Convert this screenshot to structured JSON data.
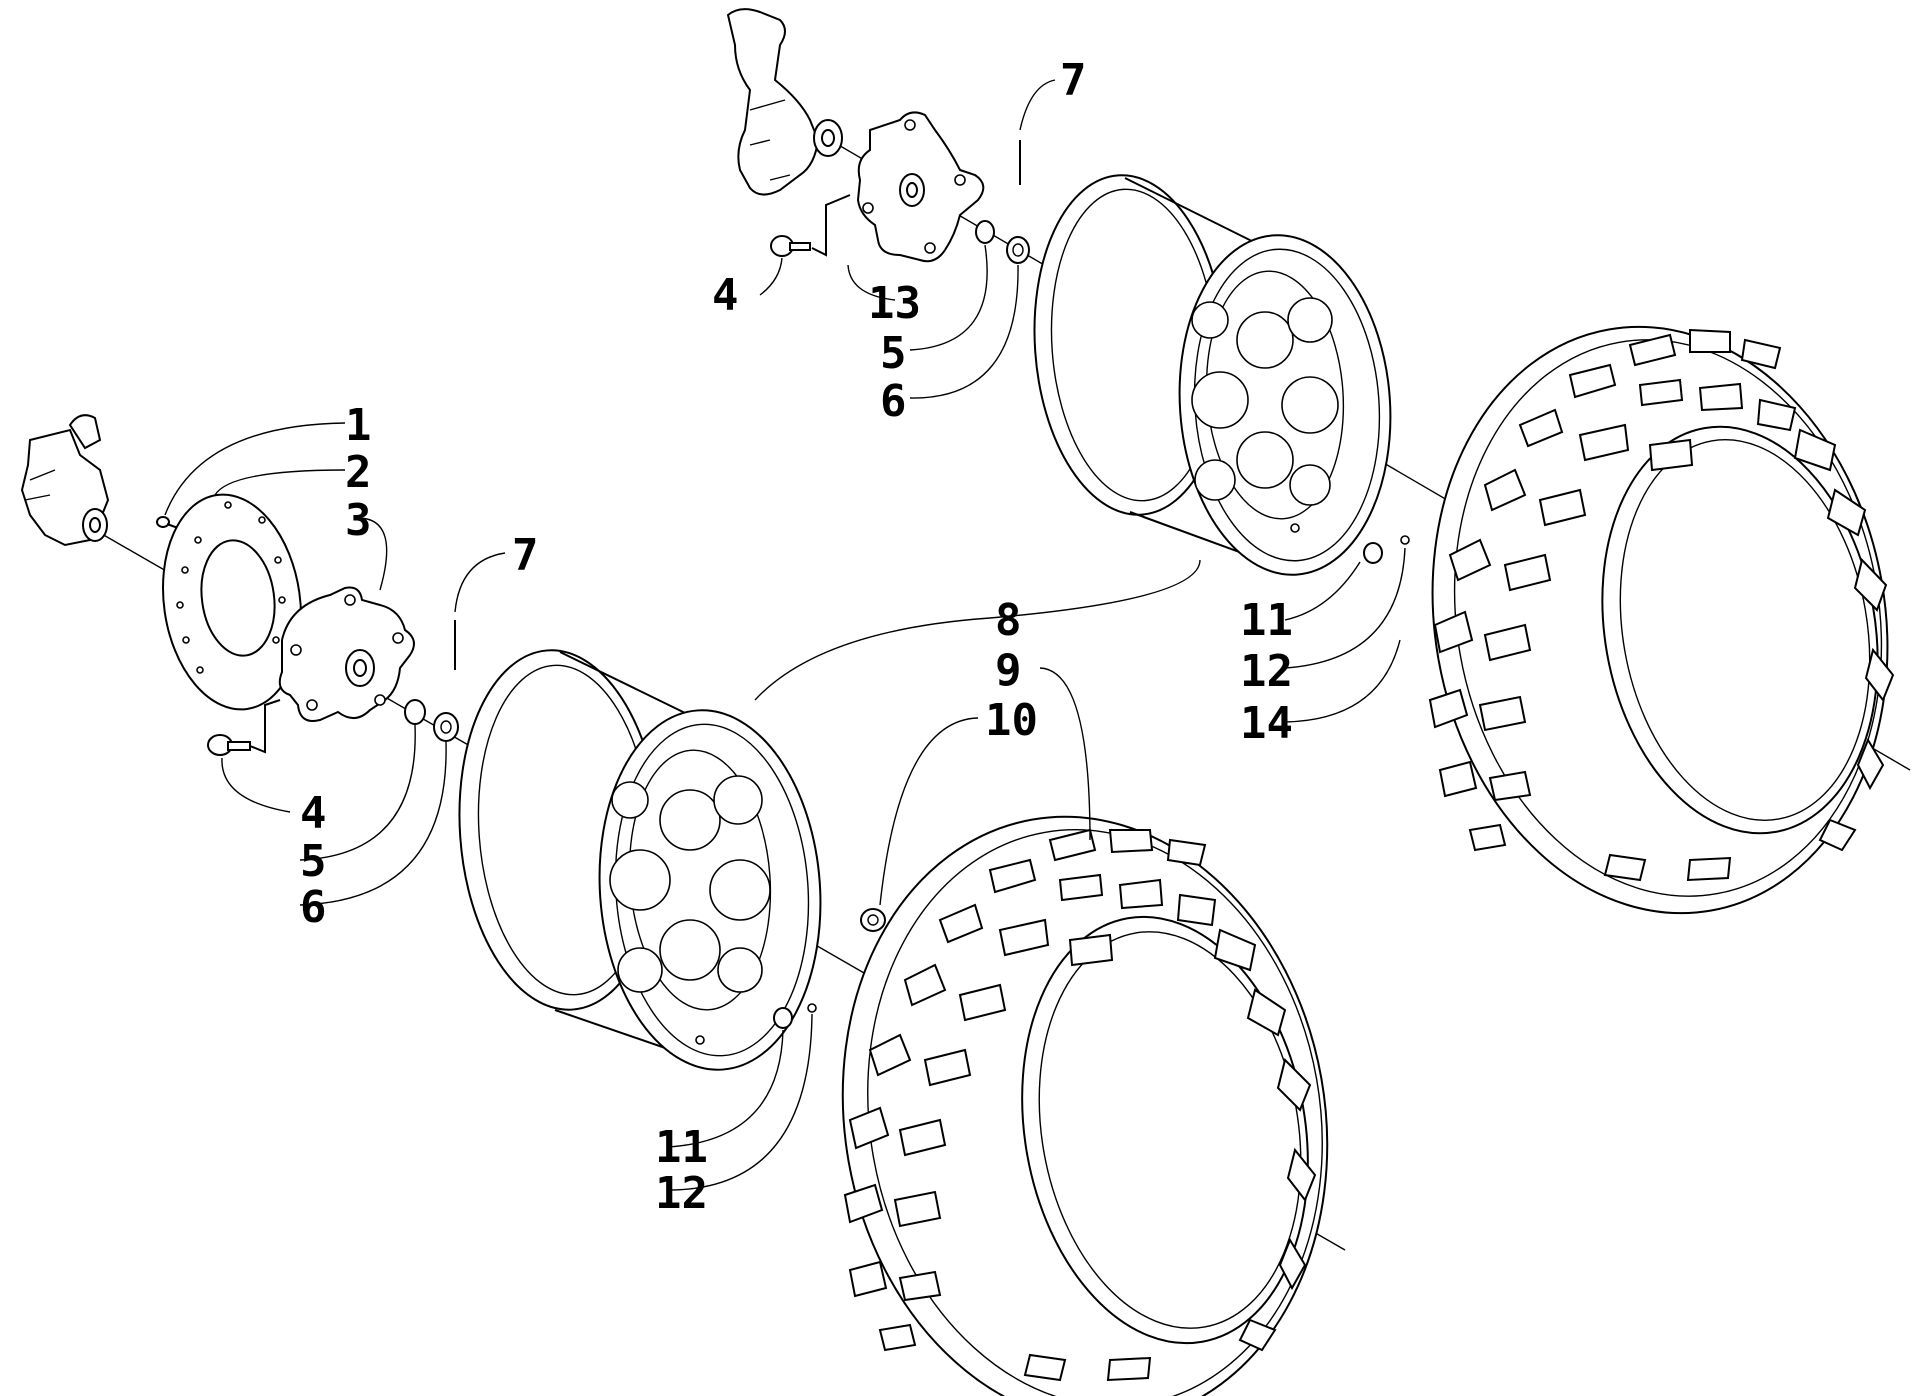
{
  "callouts": {
    "front_1": "1",
    "front_2": "2",
    "front_3": "3",
    "front_4": "4",
    "front_5": "5",
    "front_6": "6",
    "front_7": "7",
    "front_8": "8",
    "front_9": "9",
    "front_10": "10",
    "front_11": "11",
    "front_12": "12",
    "rear_4": "4",
    "rear_5": "5",
    "rear_6": "6",
    "rear_7": "7",
    "rear_11": "11",
    "rear_12": "12",
    "rear_13": "13",
    "rear_14": "14"
  }
}
